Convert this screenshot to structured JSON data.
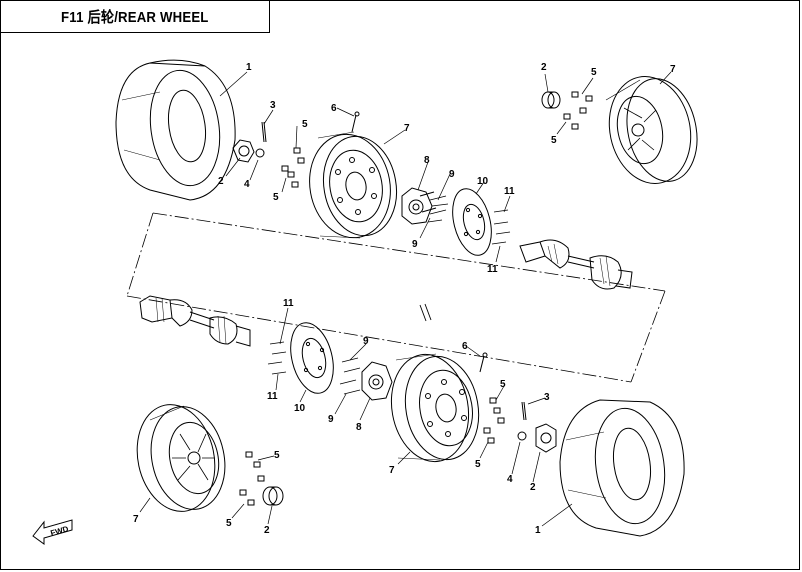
{
  "header": {
    "title": "F11 后轮/REAR WHEEL"
  },
  "fwd_label": "FWD",
  "callouts": {
    "c1a": "1",
    "c2a": "2",
    "c3a": "3",
    "c4a": "4",
    "c5a": "5",
    "c5b": "5",
    "c6a": "6",
    "c7a": "7",
    "c8a": "8",
    "c9a": "9",
    "c9b": "9",
    "c10a": "10",
    "c11a": "11",
    "c11b": "11",
    "c2b": "2",
    "c5c": "5",
    "c5d": "5",
    "c7b": "7",
    "c11c": "11",
    "c11d": "11",
    "c10b": "10",
    "c9c": "9",
    "c9d": "9",
    "c8b": "8",
    "c6b": "6",
    "c7c": "7",
    "c5e": "5",
    "c5f": "5",
    "c3b": "3",
    "c4b": "4",
    "c2c": "2",
    "c1b": "1",
    "c7d": "7",
    "c5g": "5",
    "c5h": "5",
    "c2d": "2"
  }
}
